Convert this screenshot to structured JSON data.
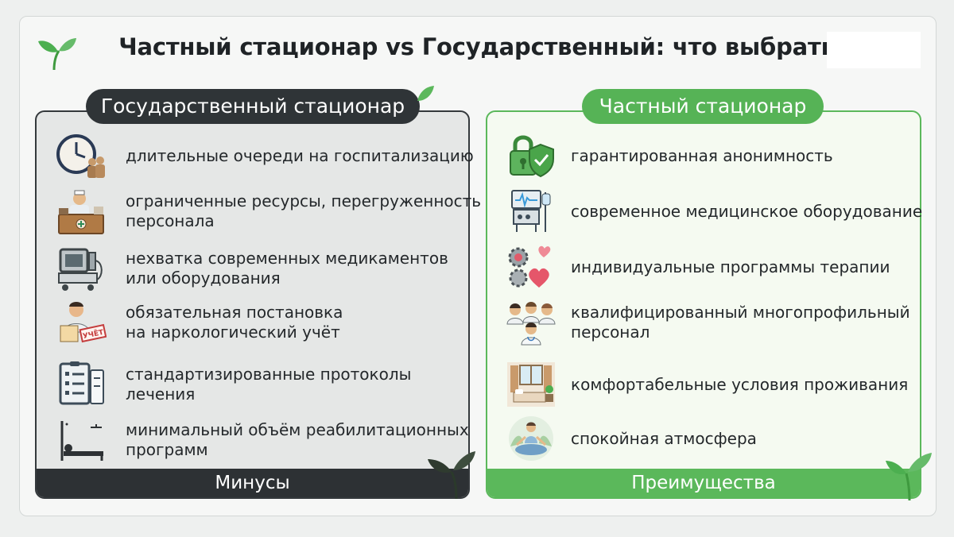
{
  "title": "Частный стационар vs Государственный: что выбрать",
  "gov": {
    "header": "Государственный стационар",
    "footer": "Минусы",
    "items": [
      {
        "text": "длительные очереди на госпитализацию",
        "icon": "clock-queue-icon"
      },
      {
        "text": "ограниченные ресурсы, перегруженность\nперсонала",
        "icon": "overloaded-doctor-icon"
      },
      {
        "text": "нехватка современных медикаментов\nили оборудования",
        "icon": "old-equipment-icon"
      },
      {
        "text": "обязательная постановка\nна наркологический учёт",
        "icon": "registration-stamp-icon"
      },
      {
        "text": "стандартизированные протоколы\nлечения",
        "icon": "checklist-icon"
      },
      {
        "text": "минимальный объём реабилитационных\nпрограмм",
        "icon": "bed-icon"
      }
    ],
    "stamp_label": "УЧЁТ"
  },
  "priv": {
    "header": "Частный стационар",
    "footer": "Преимущества",
    "items": [
      {
        "text": "гарантированная анонимность",
        "icon": "lock-shield-icon"
      },
      {
        "text": "современное медицинское оборудование",
        "icon": "medical-monitor-icon"
      },
      {
        "text": "индивидуальные программы терапии",
        "icon": "hearts-gears-icon"
      },
      {
        "text": "квалифицированный многопрофильный\nперсонал",
        "icon": "medical-team-icon"
      },
      {
        "text": "комфортабельные условия проживания",
        "icon": "comfortable-room-icon"
      },
      {
        "text": "спокойная атмосфера",
        "icon": "meditation-icon"
      }
    ]
  },
  "colors": {
    "dark": "#2f3437",
    "green": "#56b356",
    "gov_bg": "#e5e7e6",
    "priv_bg": "#f5faf1"
  }
}
